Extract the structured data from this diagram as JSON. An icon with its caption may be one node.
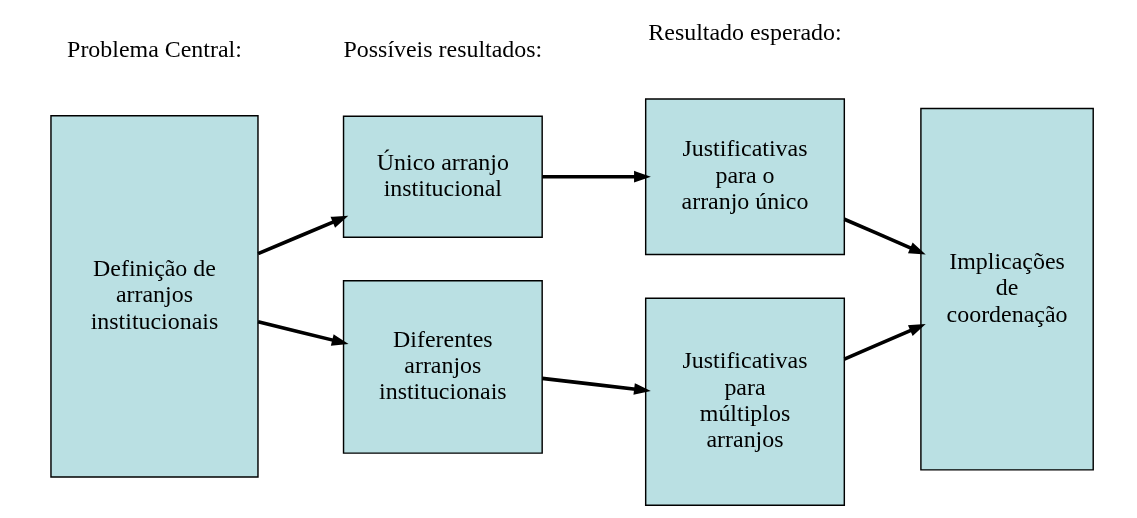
{
  "diagram": {
    "nodes": [
      {
        "text": [
          "Definição de arranjos institucionais"
        ]
      },
      {
        "text": [
          "Único arranjo institucional"
        ]
      },
      {
        "text": [
          "Diferentes arranjos institucionais"
        ]
      },
      {
        "text": [
          "Justificativas para o arranjo único"
        ]
      },
      {
        "text": [
          "Justificativas para múltiplos arranjos"
        ]
      },
      {
        "text": [
          "Implicações de coordenação"
        ]
      }
    ],
    "edges": [
      {
        "from": 0,
        "to": 1,
        "arrow": "to"
      },
      {
        "from": 0,
        "to": 2,
        "arrow": "to"
      },
      {
        "from": 1,
        "to": 3,
        "arrow": "to"
      },
      {
        "from": 2,
        "to": 4,
        "arrow": "to"
      },
      {
        "from": 3,
        "to": 5,
        "arrow": "to"
      },
      {
        "from": 4,
        "to": 5,
        "arrow": "to"
      }
    ],
    "labels": [
      "Problema Central:",
      "Possíveis resultados:",
      "Resultado esperado:"
    ]
  }
}
